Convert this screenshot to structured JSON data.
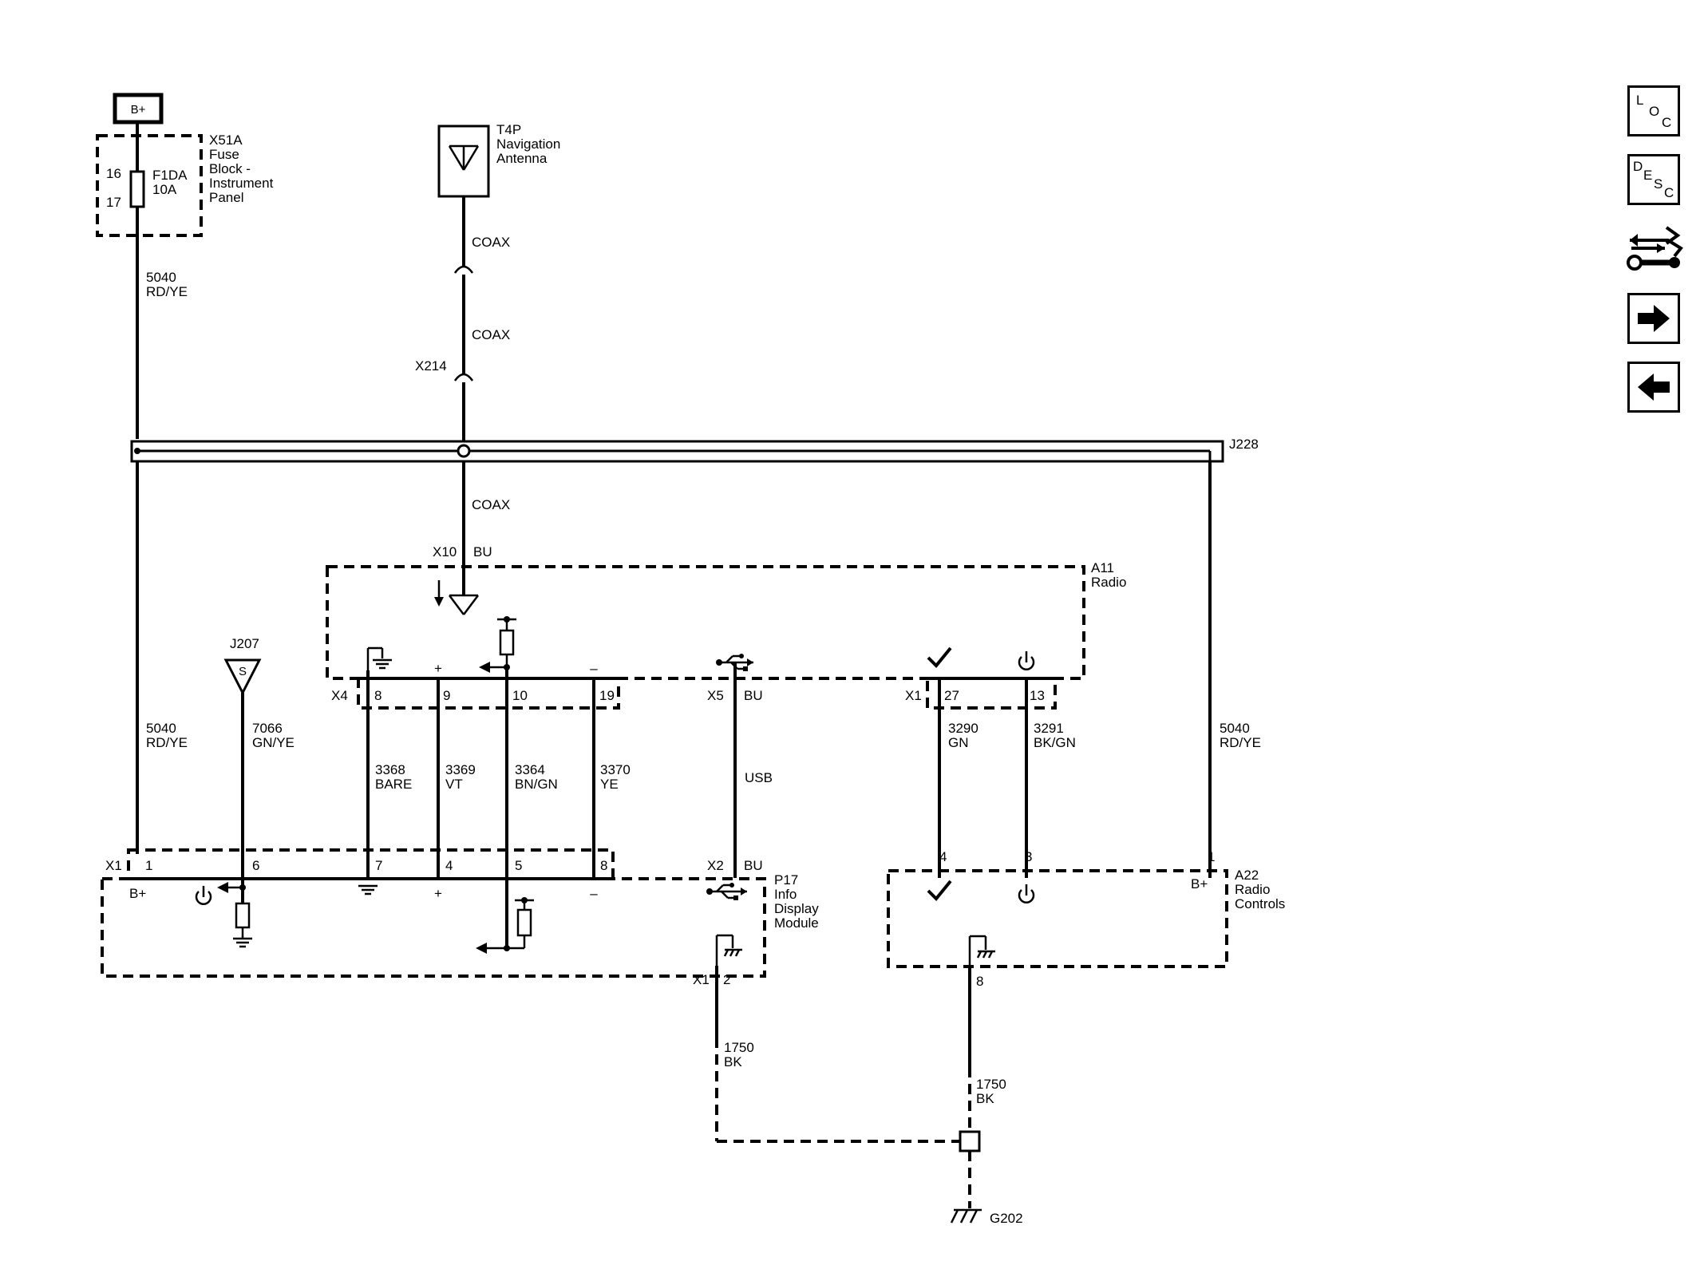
{
  "nav": {
    "loc": [
      "L",
      "O",
      "C"
    ],
    "desc": [
      "D",
      "E",
      "S",
      "C"
    ],
    "icons": [
      "loc-button",
      "desc-button",
      "connector-repair-icon",
      "next-page-arrow-icon",
      "previous-page-arrow-icon"
    ]
  },
  "power": {
    "label": "B+"
  },
  "fuse_block": {
    "name": [
      "X51A",
      "Fuse",
      "Block -",
      "Instrument",
      "Panel"
    ],
    "pin_in": "16",
    "pin_out": "17",
    "fuse": [
      "F1DA",
      "10A"
    ]
  },
  "antenna": {
    "name": [
      "T4P",
      "Navigation",
      "Antenna"
    ]
  },
  "coax": {
    "label": "COAX",
    "connector": "X214"
  },
  "splice_pack": {
    "name": "J228"
  },
  "radio": {
    "name": [
      "A11",
      "Radio"
    ],
    "x10": "X10",
    "x10_color": "BU",
    "x4": "X4",
    "x4_pins": [
      "8",
      "9",
      "10",
      "19"
    ],
    "x5": "X5",
    "x5_color": "BU",
    "x1": "X1",
    "x1_pins": [
      "27",
      "13"
    ],
    "plus": "+",
    "minus": "–"
  },
  "j207": {
    "name": "J207",
    "symbol": "S"
  },
  "wires": {
    "w5040_left": [
      "5040",
      "RD/YE"
    ],
    "w7066": [
      "7066",
      "GN/YE"
    ],
    "w3368": [
      "3368",
      "BARE"
    ],
    "w3369": [
      "3369",
      "VT"
    ],
    "w3364": [
      "3364",
      "BN/GN"
    ],
    "w3370": [
      "3370",
      "YE"
    ],
    "usb": "USB",
    "w3290": [
      "3290",
      "GN"
    ],
    "w3291": [
      "3291",
      "BK/GN"
    ],
    "w5040_right": [
      "5040",
      "RD/YE"
    ],
    "w1750_left": [
      "1750",
      "BK"
    ],
    "w1750_right": [
      "1750",
      "BK"
    ]
  },
  "display": {
    "name": [
      "P17",
      "Info",
      "Display",
      "Module"
    ],
    "x1": "X1",
    "x1_pins": [
      "1",
      "6",
      "7",
      "4",
      "5",
      "8"
    ],
    "x2": "X2",
    "x2_color": "BU",
    "bplus": "B+",
    "plus": "+",
    "minus": "–",
    "ground_conn": "X1",
    "ground_pin": "2"
  },
  "radio_controls": {
    "name": [
      "A22",
      "Radio",
      "Controls"
    ],
    "pins": [
      "4",
      "3",
      "1"
    ],
    "bplus": "B+",
    "ground_pin": "8"
  },
  "ground": {
    "name": "G202"
  }
}
